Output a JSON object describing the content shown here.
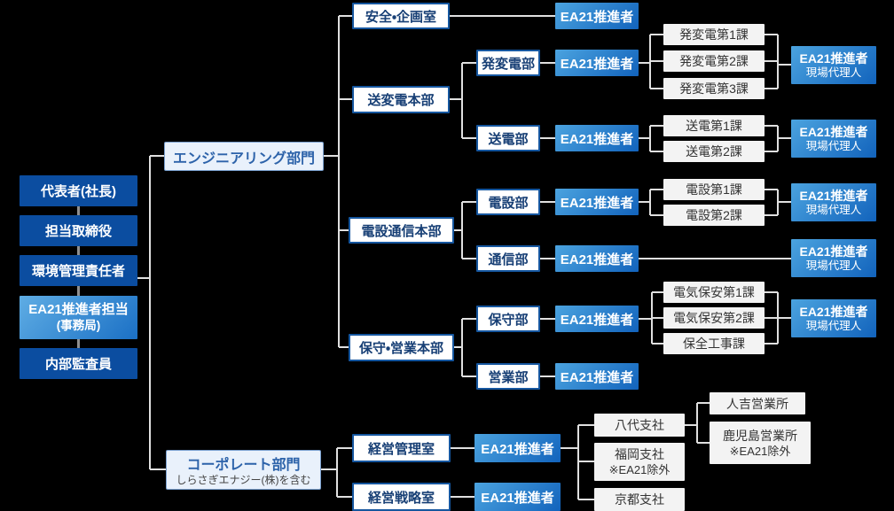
{
  "colors": {
    "background": "#000000",
    "dark_box": "#0b4da0",
    "gradient_start": "#4ba3df",
    "gradient_end": "#1263bc",
    "outline_border": "#15569f",
    "division_bg": "#e9f1fb",
    "division_text": "#2d63aa",
    "section_bg": "#f3f3f3",
    "line_light": "#e0e0e0",
    "line_gray": "#8f8f8f"
  },
  "chain_of_command": {
    "president": "代表者(社長)",
    "director": "担当取締役",
    "env_manager": "環境管理責任者",
    "secretariat_line1": "EA21推進者担当",
    "secretariat_line2": "(事務局)",
    "auditor": "内部監査員"
  },
  "divisions": {
    "engineering": "エンジニアリング部門",
    "corporate": "コーポレート部門",
    "corporate_note": "しらさぎエナジー(株)を含む"
  },
  "departments": {
    "safety_planning": "安全・企画室",
    "transmission_substation_hq": "送変電本部",
    "power_generation": "発変電部",
    "transmission": "送電部",
    "electrical_comm_hq": "電設通信本部",
    "electrical": "電設部",
    "communication": "通信部",
    "maintenance_sales_hq": "保守・営業本部",
    "maintenance": "保守部",
    "sales": "営業部",
    "management_office": "経営管理室",
    "strategy_office": "経営戦略室"
  },
  "roles": {
    "promoter": "EA21推進者",
    "site_agent_line1": "EA21推進者",
    "site_agent_line2": "現場代理人"
  },
  "sections": {
    "power_generation": [
      "発変電第1課",
      "発変電第2課",
      "発変電第3課"
    ],
    "transmission": [
      "送電第1課",
      "送電第2課"
    ],
    "electrical": [
      "電設第1課",
      "電設第2課"
    ],
    "maintenance": [
      "電気保安第1課",
      "電気保安第2課",
      "保全工事課"
    ]
  },
  "branches": {
    "yatsushiro": "八代支社",
    "fukuoka_line1": "福岡支社",
    "fukuoka_line2": "※EA21除外",
    "kyoto": "京都支社",
    "hitoyoshi": "人吉営業所",
    "kagoshima_line1": "鹿児島営業所",
    "kagoshima_line2": "※EA21除外"
  }
}
